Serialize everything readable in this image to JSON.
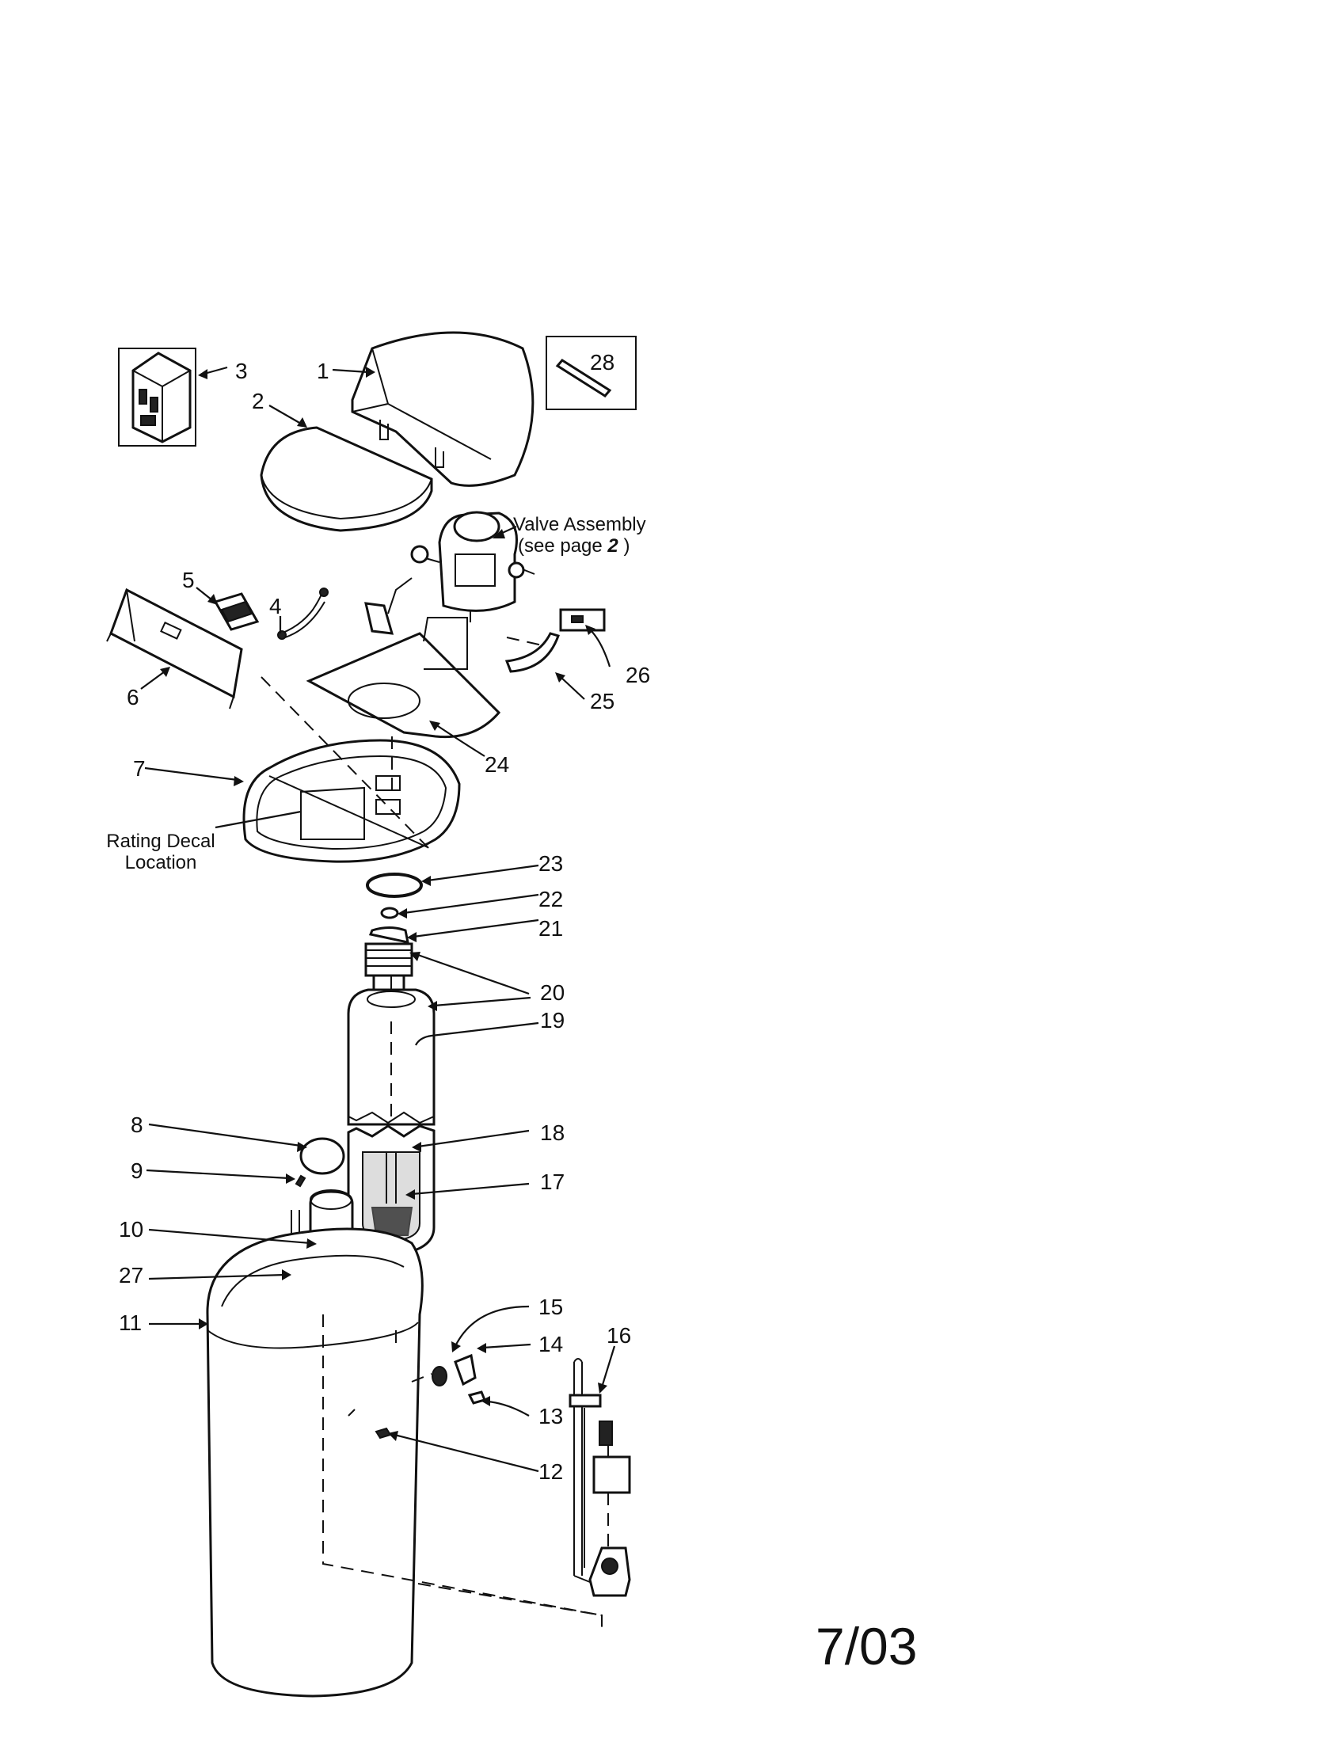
{
  "labels": {
    "p1": "1",
    "p2": "2",
    "p3": "3",
    "p4": "4",
    "p5": "5",
    "p6": "6",
    "p7": "7",
    "p8": "8",
    "p9": "9",
    "p10": "10",
    "p11": "11",
    "p12": "12",
    "p13": "13",
    "p14": "14",
    "p15": "15",
    "p16": "16",
    "p17": "17",
    "p18": "18",
    "p19": "19",
    "p20": "20",
    "p21": "21",
    "p22": "22",
    "p23": "23",
    "p24": "24",
    "p25": "25",
    "p26": "26",
    "p27": "27",
    "p28": "28"
  },
  "notes": {
    "valve_line1": "Valve Assembly",
    "valve_line2_prefix": "(see page ",
    "valve_page": "2",
    "valve_line2_suffix": " )",
    "rating_line1": "Rating Decal",
    "rating_line2": "Location"
  },
  "date": "7/03"
}
